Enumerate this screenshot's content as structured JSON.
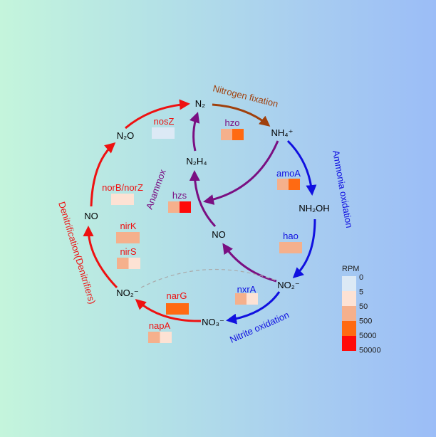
{
  "compounds": {
    "n2": "N₂",
    "nh4": "NH₄⁺",
    "nh2oh": "NH₂OH",
    "no2_right": "NO₂⁻",
    "no3": "NO₃⁻",
    "no2_left": "NO₂⁻",
    "no_left": "NO",
    "n2o": "N₂O",
    "n2h4": "N₂H₄",
    "no_mid": "NO"
  },
  "processes": {
    "nitrogen_fixation": "Nitrogen fixation",
    "ammonia_oxidation": "Ammonia oxidation",
    "nitrite_oxidation": "Nitrite oxidation",
    "denitrification": "Denitrification(Denitrifiers)",
    "anammox": "Anammox"
  },
  "genes": [
    {
      "name": "nosZ",
      "levels": [
        0
      ]
    },
    {
      "name": "hzo",
      "levels": [
        2,
        3
      ]
    },
    {
      "name": "amoA",
      "levels": [
        2,
        3
      ]
    },
    {
      "name": "hzs",
      "levels": [
        2,
        4
      ]
    },
    {
      "name": "norB/norZ",
      "levels": [
        1
      ]
    },
    {
      "name": "nirK",
      "levels": [
        2
      ]
    },
    {
      "name": "nirS",
      "levels": [
        2,
        1
      ]
    },
    {
      "name": "hao",
      "levels": [
        2
      ]
    },
    {
      "name": "nxrA",
      "levels": [
        2,
        1
      ]
    },
    {
      "name": "narG",
      "levels": [
        3
      ]
    },
    {
      "name": "napA",
      "levels": [
        2,
        1
      ]
    }
  ],
  "legend": {
    "title": "RPM",
    "labels": [
      "0",
      "5",
      "50",
      "500",
      "5000",
      "50000"
    ],
    "colors": [
      "#dce9f5",
      "#fde2d4",
      "#f5b08c",
      "#ff6a12",
      "#ff0a0a"
    ]
  },
  "colors": {
    "denitrification": "#ee1111",
    "fixation": "#a0400c",
    "oxidation": "#1010e0",
    "anammox": "#7a0f82",
    "dashed": "#aaaaaa"
  }
}
